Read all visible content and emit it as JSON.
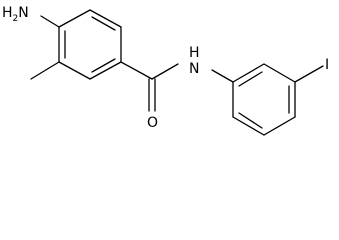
{
  "labels": {
    "amine": {
      "main": "H",
      "subscript": "2",
      "tail": "N"
    },
    "amide_nh": "N",
    "amide_h": "H",
    "carbonyl_o": "O",
    "iodine": "I"
  }
}
